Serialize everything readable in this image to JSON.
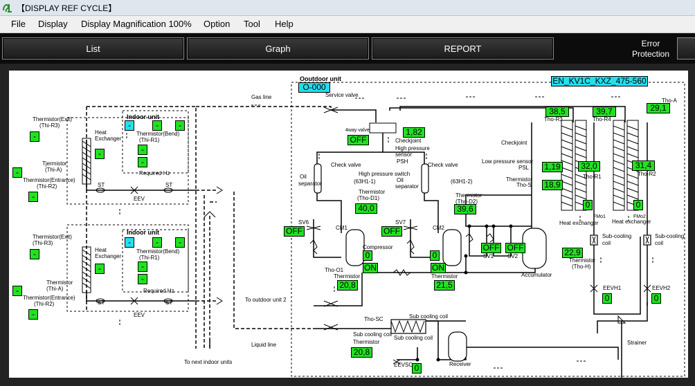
{
  "window": {
    "title": "【DISPLAY REF CYCLE】",
    "icon": "app-logo-icon"
  },
  "menu": {
    "file": "File",
    "display": "Display",
    "magnification": "Display Magnification 100%",
    "option": "Option",
    "tool": "Tool",
    "help": "Help"
  },
  "toolbar": {
    "list": "List",
    "graph": "Graph",
    "report": "REPORT",
    "error_line1": "Error",
    "error_line2": "Protection"
  },
  "diagram": {
    "outdoor_unit_title": "Ooutdoor unit",
    "outdoor_unit_id": "O-000",
    "model": "EN_KV1C_KXZ_475-560",
    "indoor1": {
      "title": "Indoor unit",
      "thermistor_exit": "Thermistor(Exit)",
      "thi_r3": "(Thi-R3)",
      "heat": "Heat",
      "exchanger": "Exchanger",
      "thermistor_bend": "Thermistor(Bend)",
      "thi_r1": "(Thi-R1)",
      "thermistor": "Tjermistor",
      "thi_a": "(Thi-A)",
      "thermistor_entrance": "Thermistor(Entrance)",
      "thi_r2": "(Thi-R2)",
      "required_hz": "Required Hz",
      "st1": "ST",
      "st2": "ST",
      "eev": "EEV",
      "v_exit": "-",
      "v_cyan": "-",
      "v_1": "-",
      "v_2": "-",
      "v_3": "-",
      "v_4": "-",
      "v_5": "-",
      "v_a": "-",
      "v_entrance": "-"
    },
    "indoor2": {
      "title": "Indoor unit",
      "thermistor_exit": "Thermistor(Exit)",
      "thi_r3": "(Thi-R3)",
      "heat": "Heat",
      "exchanger": "Exchanger",
      "thermistor_bend": "Thermistor(Bend)",
      "thi_r1": "(Thi-R1)",
      "thermistor": "Thermistor",
      "thi_a": "(Thi-A)",
      "thermistor_entrance": "Thermistor(Entrance)",
      "thi_r2": "(Thi-R2)",
      "required_hz": "Required Hz",
      "st1": "ST",
      "st2": "ST",
      "eev": "EEV",
      "v_exit": "-",
      "v_cyan": "-",
      "v_1": "-",
      "v_2": "-",
      "v_3": "-",
      "v_4": "-",
      "v_5": "-",
      "v_a": "-",
      "v_entrance": "-"
    },
    "labels": {
      "gas_line": "Gas line",
      "liquid_line": "Liquid line",
      "to_next_indoor": "To next indoor units",
      "to_outdoor2": "To outdoor unit 2",
      "service_valve": "Service valve",
      "four_way_valve": "4way valve",
      "checkjoint1": "Checkjoint",
      "high_pressure_sensor": "High pressure",
      "sensor": "sensor",
      "psh": "PSH",
      "check_valve1": "Check valve",
      "check_valve2": "Check valve",
      "hp_switch": "High pressure switch",
      "s63h1_1": "(63H1-1)",
      "s63h1_2": "(63H1-2)",
      "oil_sep1a": "Oil",
      "oil_sep1b": "separator",
      "oil_sep2a": "Oil",
      "oil_sep2b": "separator",
      "thermistor_tho_d1a": "Thermistor",
      "thermistor_tho_d1b": "(Tho-D1)",
      "thermistor_tho_d2a": "Thermistor",
      "thermistor_tho_d2b": "(Tho-D2)",
      "sv6": "SV6",
      "sv7": "SV7",
      "cm1": "CM1",
      "cm2": "CM2",
      "compressor": "Compressor",
      "tho_o1": "Tho-O1",
      "thermistor_l1": "Thermistor",
      "thermistor_l2": "Thermistor",
      "sv1": "SV1",
      "sv2": "SV2",
      "accumulator": "Accumulator",
      "tho_h_a": "Thermistor",
      "tho_h_b": "(Tho-H)",
      "checkjoint2": "Checkjoint",
      "low_pressure_sensor": "Low pressure sensor",
      "psl": "PSL",
      "thermistor_tho_s_a": "Thermistor",
      "thermistor_tho_s_b": "Tho-S",
      "tho_r3": "Tho-R3",
      "tho_r4": "Tho-R4",
      "tho_r1": "Tho-R1",
      "tho_r2": "Tho-R2",
      "tho_a": "Tho-A",
      "fmo1": "FMo1",
      "fmo2": "FMo2",
      "heat_exchanger1": "Heat exchanger",
      "heat_exchanger2": "Heat exchanger",
      "sub_cooling_coil1a": "Sub-cooling",
      "sub_cooling_coil1b": "coil",
      "sub_cooling_coil2a": "Sub-cooling",
      "sub_cooling_coil2b": "coil",
      "eevh1": "EEVH1",
      "eevh2": "EEVH2",
      "strainer": "Strainer",
      "tho_sc": "Tho-SC",
      "sub_cooling_coil3": "Sub cooling coil",
      "sub_cooling_coil4": "Sub cooling coil",
      "thermistor_sc": "Thermistor",
      "eevsc": "EEVSC",
      "receiver": "Receiver"
    },
    "values": {
      "tho_a": "29,1",
      "tho_r3": "38,5",
      "tho_r4": "39,7",
      "psh": "1,82",
      "four_way": "OFF",
      "psl": "1,19",
      "tho_s": "18,9",
      "tho_r1": "32,0",
      "tho_r2": "31,4",
      "fmo1": "0",
      "fmo2": "0",
      "tho_d1": "40,0",
      "tho_d2": "39,6",
      "sv6": "OFF",
      "sv7": "OFF",
      "cm1": "0",
      "cm2": "0",
      "cm1_on": "ON",
      "cm2_on": "ON",
      "sv1": "OFF",
      "sv2": "OFF",
      "tho_h": "22,9",
      "tho_l1": "20,8",
      "tho_l2": "21,5",
      "eevh1": "0",
      "eevh2": "0",
      "tho_sc": "20,8",
      "eevsc": "0"
    }
  }
}
